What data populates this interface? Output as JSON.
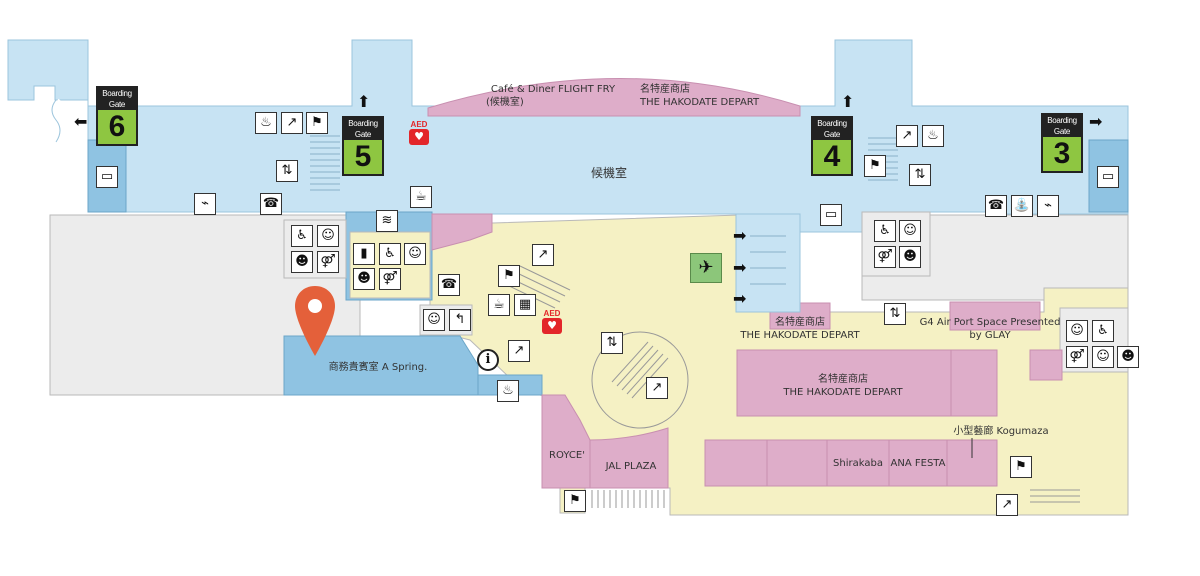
{
  "map": {
    "gates": [
      {
        "label": "Boarding Gate",
        "number": "6"
      },
      {
        "label": "Boarding Gate",
        "number": "5"
      },
      {
        "label": "Boarding Gate",
        "number": "4"
      },
      {
        "label": "Boarding Gate",
        "number": "3"
      }
    ],
    "labels": {
      "cafe_line1": "Café & Diner FLIGHT FRY",
      "cafe_line2": "(候機室)",
      "shop_top_line1": "名特産商店",
      "shop_top_line2": "THE HAKODATE DEPART",
      "waiting_room": "候機室",
      "shop_mid_line1": "名特産商店",
      "shop_mid_line2": "THE HAKODATE DEPART",
      "g4_line1": "G4 Air Port Space Presented",
      "g4_line2": "by GLAY",
      "shop_big_line1": "名特産商店",
      "shop_big_line2": "THE HAKODATE DEPART",
      "lounge": "商務貴賓室 A Spring.",
      "royce": "ROYCE'",
      "jal_plaza": "JAL PLAZA",
      "shirakaba": "Shirakaba",
      "ana_festa": "ANA FESTA",
      "kogumaza": "小型藝廊 Kogumaza"
    },
    "aed_text": "AED",
    "colors": {
      "boarding_area": "#c7e3f3",
      "service_blue": "#8fc3e2",
      "public_gray": "#ececec",
      "landside_yellow": "#f5f1c4",
      "shop_pink": "#deadc9",
      "gate_green": "#8ec641",
      "pin_red": "#e4603a"
    }
  }
}
